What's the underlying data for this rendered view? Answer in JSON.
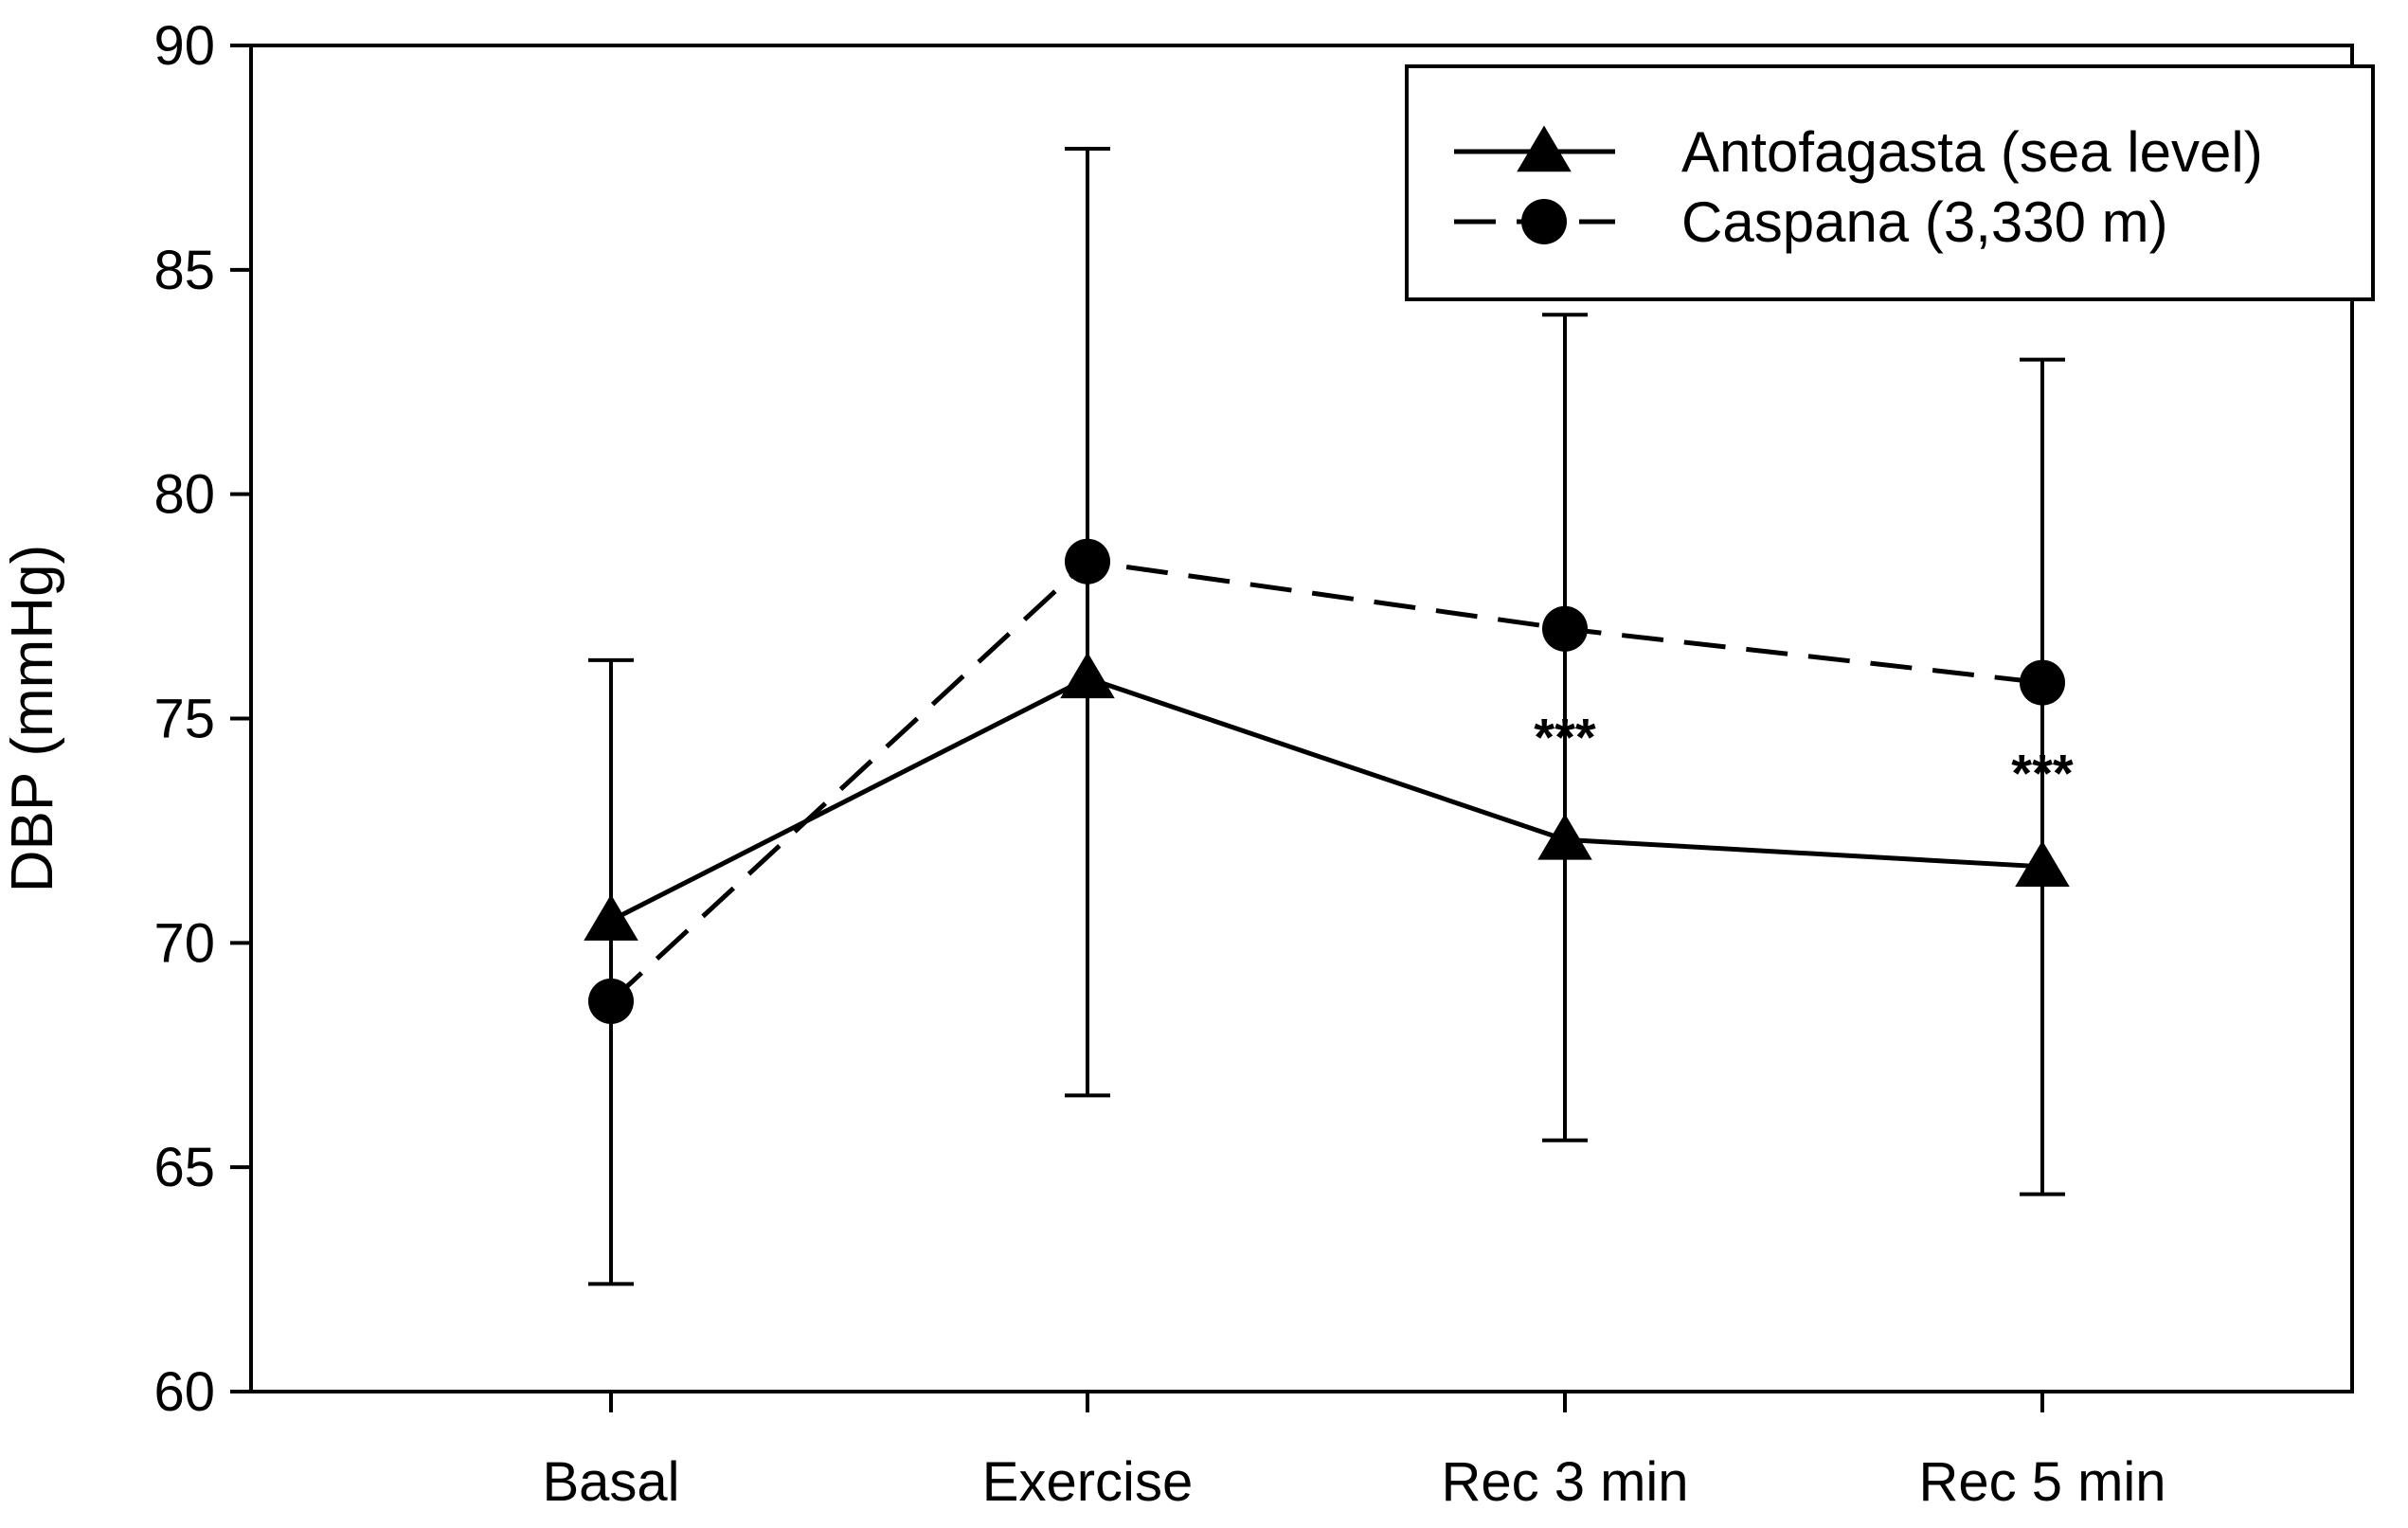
{
  "chart_data": {
    "type": "line",
    "title": "",
    "xlabel": "",
    "ylabel": "DBP (mmHg)",
    "categories": [
      "Basal",
      "Exercise",
      "Rec 3 min",
      "Rec 5 min"
    ],
    "ylim": [
      60,
      90
    ],
    "yticks": [
      60,
      65,
      70,
      75,
      80,
      85,
      90
    ],
    "grid": false,
    "legend_position": "top-right",
    "series": [
      {
        "name": "Antofagasta (sea level)",
        "marker": "triangle",
        "line_style": "solid",
        "color": "#000000",
        "values": [
          70.5,
          75.9,
          72.3,
          71.7
        ]
      },
      {
        "name": "Caspana (3,330 m)",
        "marker": "circle",
        "line_style": "dashed",
        "color": "#000000",
        "values": [
          68.7,
          78.5,
          77.0,
          75.8
        ]
      }
    ],
    "error_bars": [
      {
        "category": "Basal",
        "upper": 76.3,
        "lower": 62.4
      },
      {
        "category": "Exercise",
        "upper": 87.7,
        "lower": 66.6
      },
      {
        "category": "Rec 3 min",
        "upper": 84.0,
        "lower": 65.6
      },
      {
        "category": "Rec 5 min",
        "upper": 83.0,
        "lower": 64.4
      }
    ],
    "annotations": [
      {
        "category": "Rec 3 min",
        "y": 74.6,
        "text": "***"
      },
      {
        "category": "Rec 5 min",
        "y": 73.8,
        "text": "***"
      }
    ]
  }
}
